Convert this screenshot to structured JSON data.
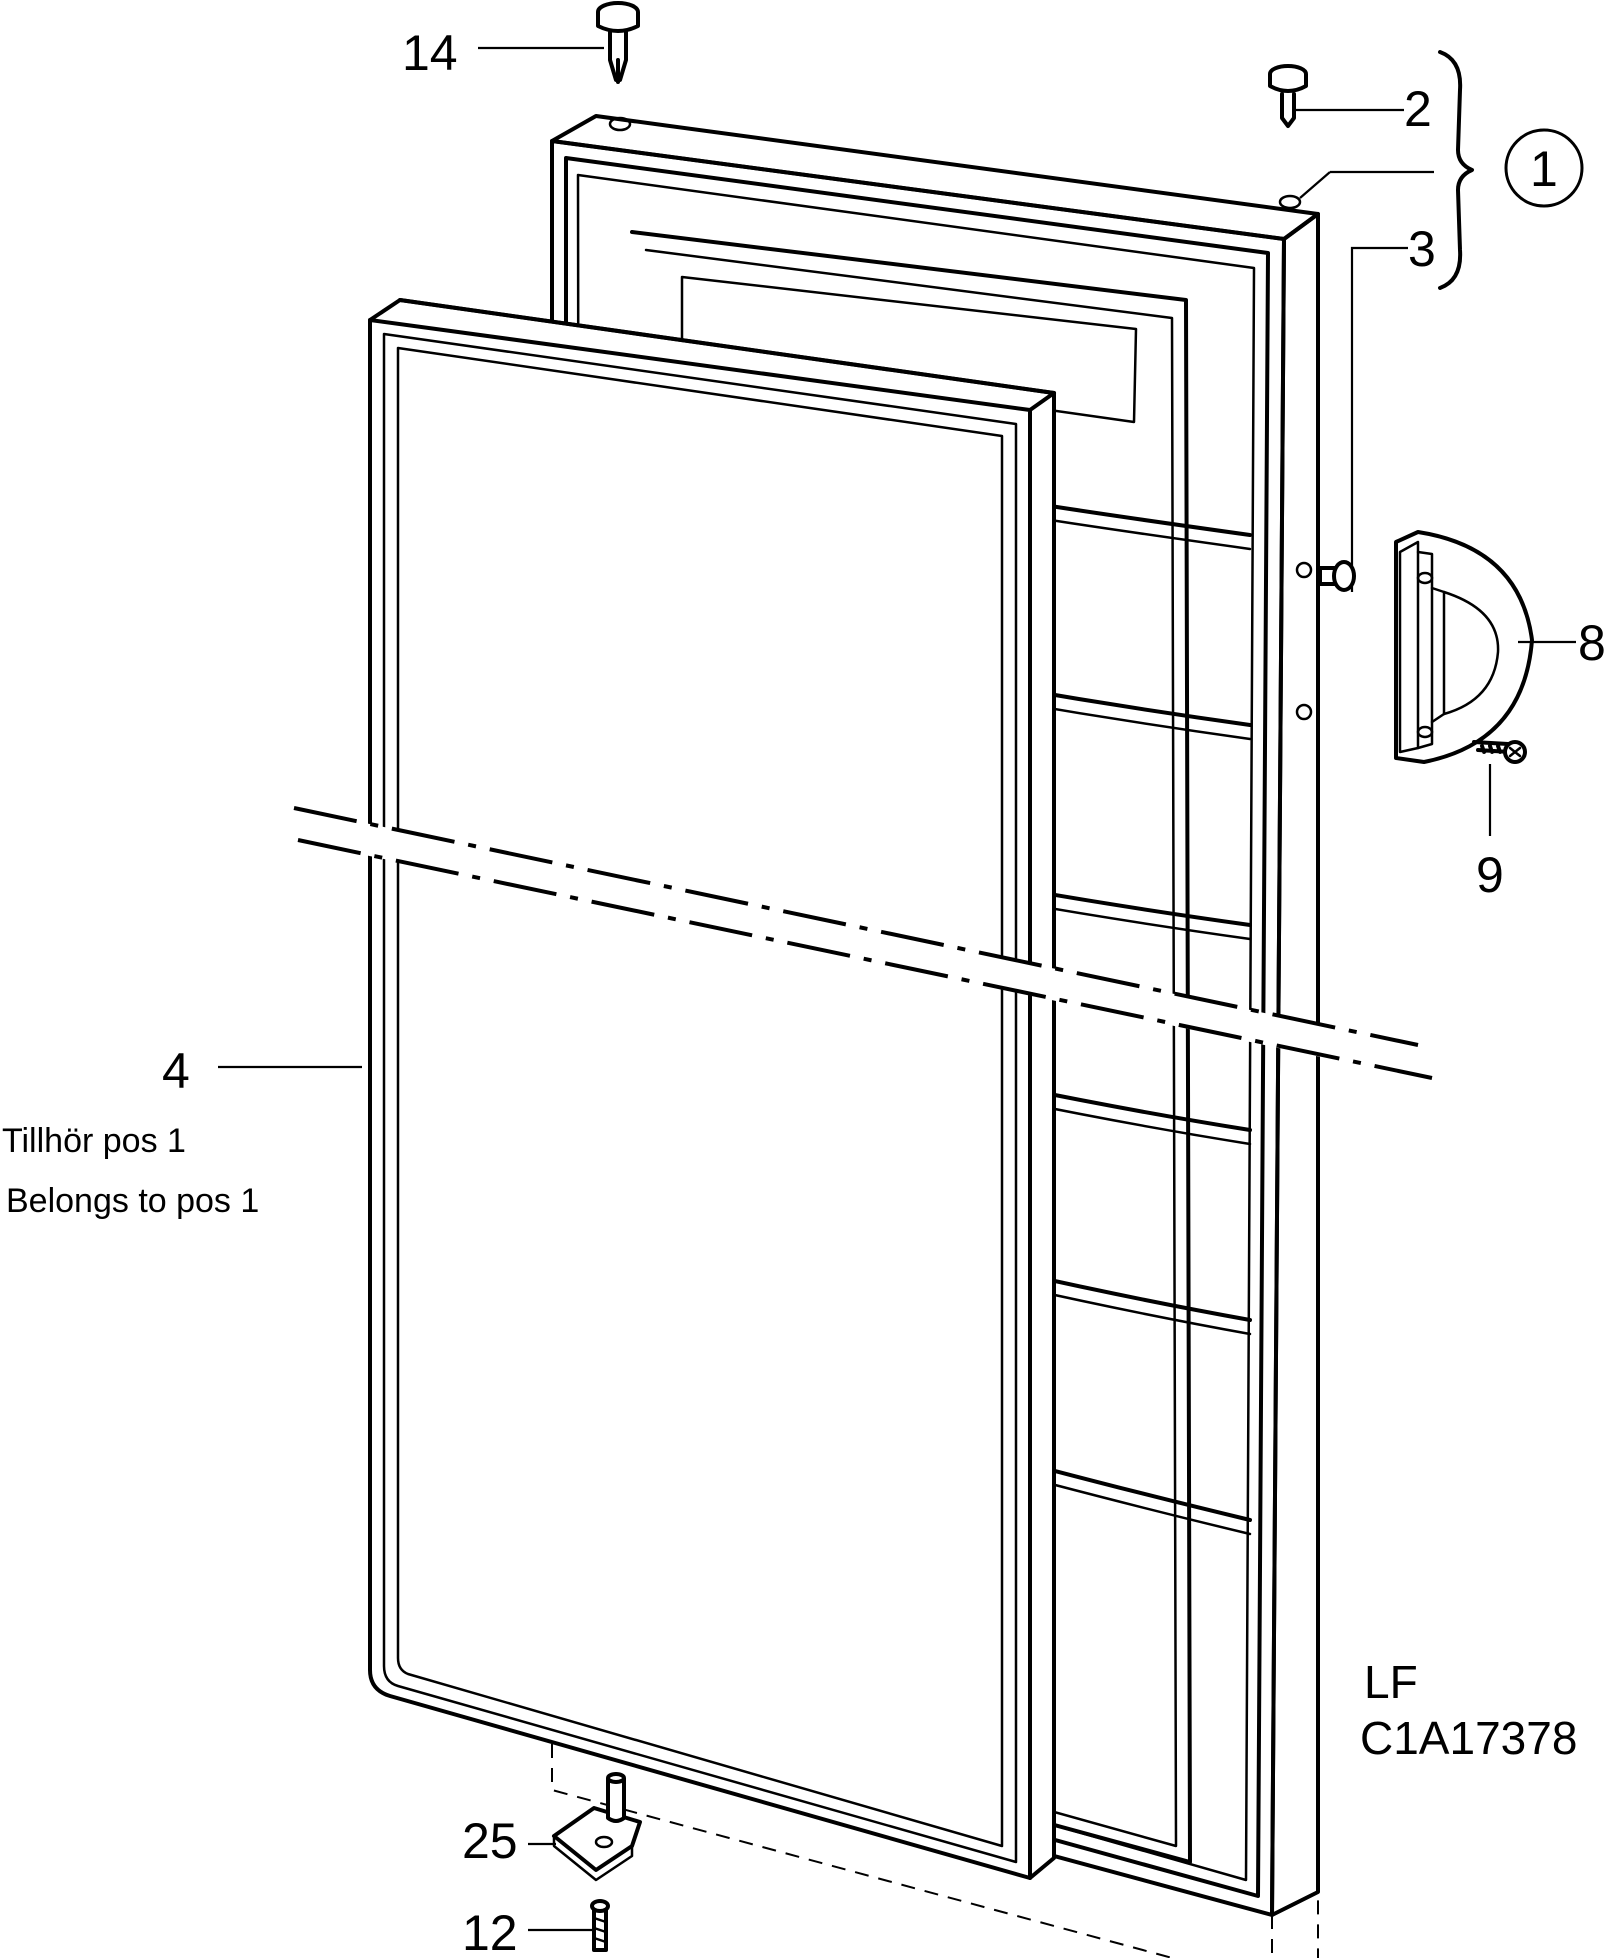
{
  "callouts": {
    "c14": "14",
    "c2": "2",
    "c1": "1",
    "c3": "3",
    "c8": "8",
    "c9": "9",
    "c4": "4",
    "c25": "25",
    "c12": "12"
  },
  "notes": {
    "line1": "Tillhör pos 1",
    "line2": "Belongs to pos 1"
  },
  "drawing_code": {
    "line1": "LF",
    "line2": "C1A17378"
  }
}
